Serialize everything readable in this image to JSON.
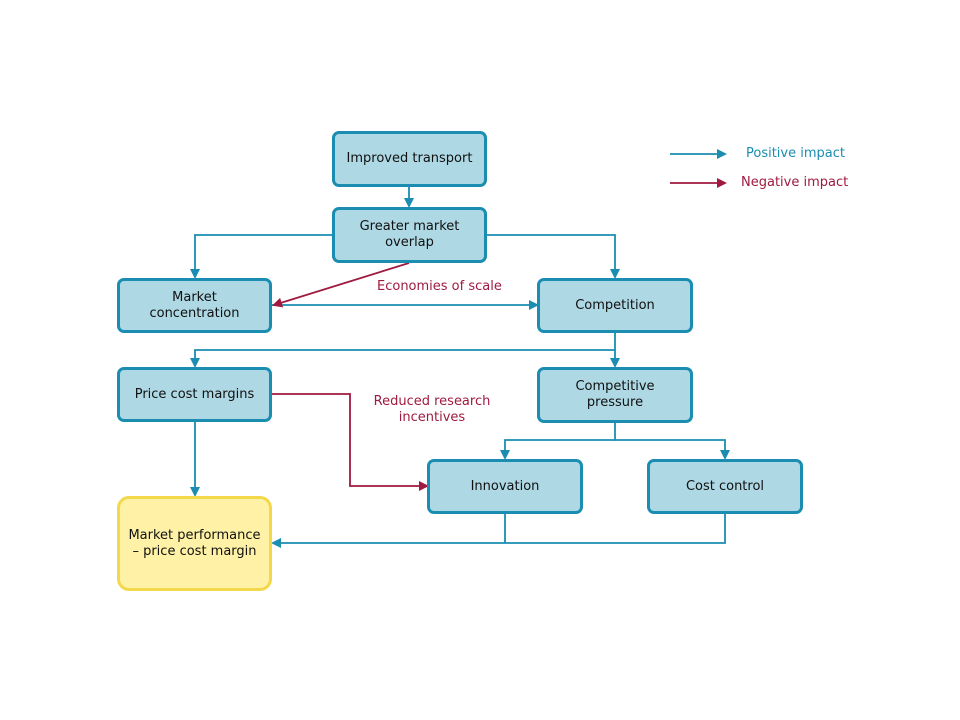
{
  "nodes": {
    "improved_transport": "Improved transport",
    "greater_market_overlap": "Greater market\noverlap",
    "market_concentration": "Market\nconcentration",
    "competition": "Competition",
    "price_cost_margins": "Price cost margins",
    "competitive_pressure": "Competitive\npressure",
    "innovation": "Innovation",
    "cost_control": "Cost control",
    "market_performance": "Market performance\n– price cost margin"
  },
  "edge_labels": {
    "economies_of_scale": "Economies of scale",
    "reduced_research_incentives": "Reduced research\nincentives"
  },
  "legend": {
    "positive": "Positive impact",
    "negative": "Negative impact"
  },
  "colors": {
    "positive": "#1a8db0",
    "negative": "#a01a40",
    "node_fill": "#add8e4",
    "final_fill": "#fff2a6",
    "final_border": "#f3d84c"
  }
}
